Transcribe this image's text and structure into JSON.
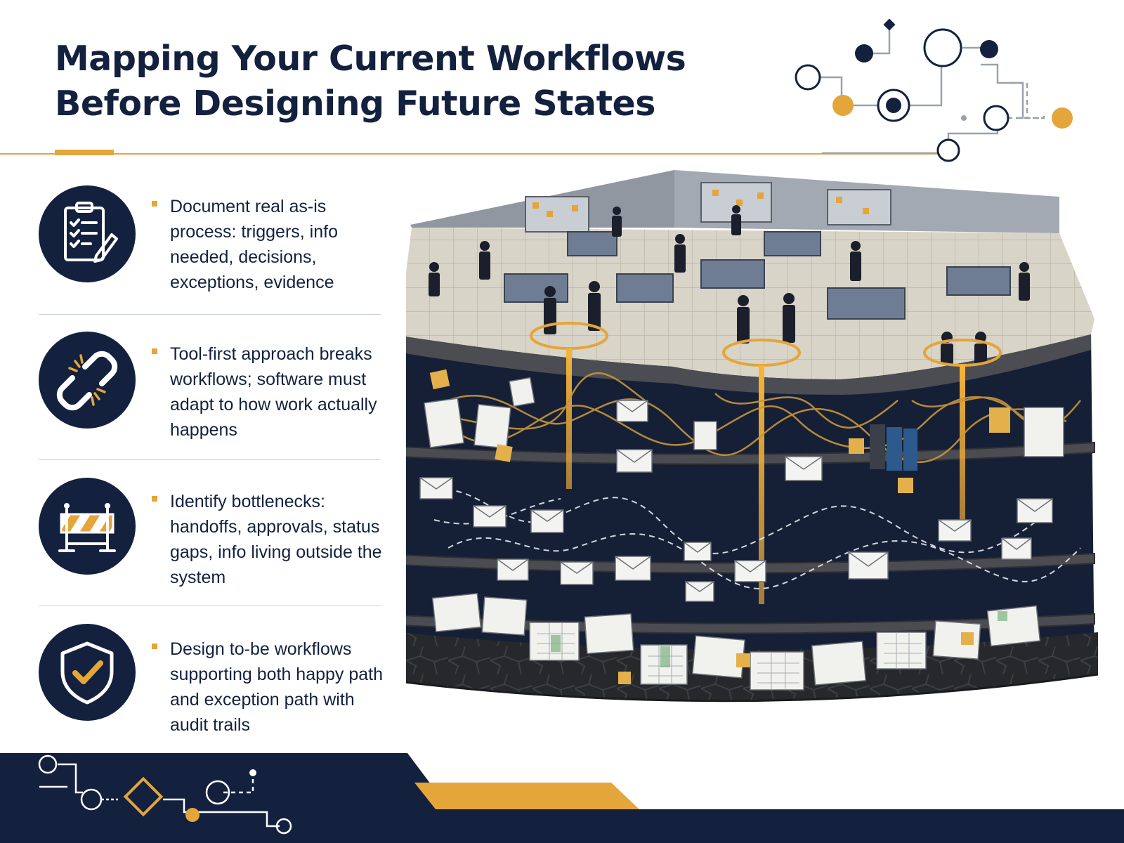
{
  "title": {
    "line1": "Mapping Your Current Workflows",
    "line2": "Before Designing Future States"
  },
  "colors": {
    "navy": "#13213f",
    "gold": "#e4a53a",
    "divider": "#c9cdd6",
    "background": "#ffffff"
  },
  "points": [
    {
      "icon": "clipboard-checklist-icon",
      "text": "Document real as-is process: triggers, info needed, decisions, exceptions, evidence"
    },
    {
      "icon": "broken-chain-link-icon",
      "text": "Tool-first approach breaks workflows; software must adapt to how work actually happens"
    },
    {
      "icon": "roadblock-barrier-icon",
      "text": "Identify bottlenecks: handoffs, approvals, status gaps, info living outside the system"
    },
    {
      "icon": "shield-check-icon",
      "text": "Design to-be workflows supporting both happy path and exception path with audit trails"
    }
  ],
  "illustration": {
    "layers": [
      "office-floor",
      "paper-documents",
      "email-handoffs",
      "spreadsheets",
      "bedrock"
    ]
  }
}
